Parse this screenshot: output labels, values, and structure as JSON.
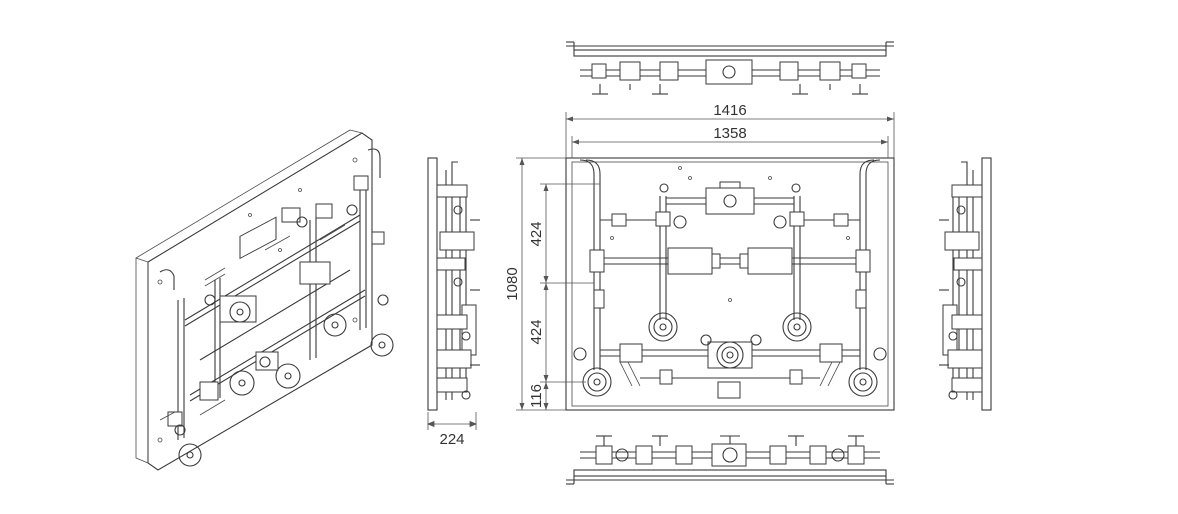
{
  "dimensions": {
    "overall_width": "1416",
    "plate_width": "1358",
    "overall_height": "1080",
    "upper_section": "424",
    "middle_section": "424",
    "lower_section": "116",
    "depth": "224"
  },
  "colors": {
    "line": "#3a3a3a",
    "background": "#ffffff"
  }
}
